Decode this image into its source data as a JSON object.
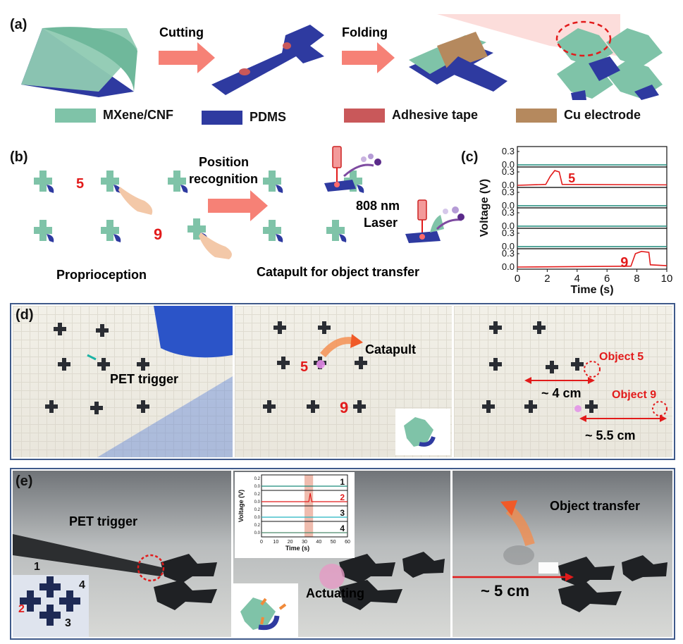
{
  "panels": {
    "a": "(a)",
    "b": "(b)",
    "c": "(c)",
    "d": "(d)",
    "e": "(e)"
  },
  "panel_a": {
    "step1": "Cutting",
    "step2": "Folding",
    "legend": [
      {
        "label": "MXene/CNF",
        "color": "#7fc3a8"
      },
      {
        "label": "PDMS",
        "color": "#2e3aa0"
      },
      {
        "label": "Adhesive tape",
        "color": "#c9585a"
      },
      {
        "label": "Cu electrode",
        "color": "#b5895e"
      }
    ]
  },
  "panel_b": {
    "num5": "5",
    "num9": "9",
    "arrow_label_1": "Position",
    "arrow_label_2": "recognition",
    "laser_1": "808 nm",
    "laser_2": "Laser",
    "caption_left": "Proprioception",
    "caption_right": "Catapult for object transfer"
  },
  "panel_c": {
    "ylabel": "Voltage (V)",
    "xlabel": "Time (s)",
    "ticks_y": [
      "0.3",
      "0.0"
    ],
    "ticks_x": [
      "0",
      "2",
      "4",
      "6",
      "8",
      "10"
    ],
    "label5": "5",
    "label9": "9"
  },
  "chart_data": {
    "type": "line",
    "xlabel": "Time (s)",
    "ylabel": "Voltage (V)",
    "xlim": [
      0,
      10
    ],
    "ylim": [
      0,
      0.3
    ],
    "series": [
      {
        "name": "",
        "color": "#1b8a7a",
        "x": [
          0,
          10
        ],
        "y": [
          0.0,
          0.0
        ]
      },
      {
        "name": "5",
        "color": "#e21b1b",
        "x": [
          0,
          1.9,
          2.2,
          2.5,
          2.8,
          3.0,
          10
        ],
        "y": [
          0.0,
          0.02,
          0.2,
          0.33,
          0.3,
          0.02,
          0.01
        ]
      },
      {
        "name": "",
        "color": "#1b8a7a",
        "x": [
          0,
          10
        ],
        "y": [
          0.0,
          0.0
        ]
      },
      {
        "name": "",
        "color": "#1b8a7a",
        "x": [
          0,
          10
        ],
        "y": [
          0.0,
          0.0
        ]
      },
      {
        "name": "",
        "color": "#1b8a7a",
        "x": [
          0,
          10
        ],
        "y": [
          0.0,
          0.0
        ]
      },
      {
        "name": "9",
        "color": "#e21b1b",
        "x": [
          0,
          7.6,
          7.9,
          8.3,
          8.8,
          8.9,
          10
        ],
        "y": [
          0.0,
          0.02,
          0.3,
          0.35,
          0.33,
          0.05,
          0.03
        ]
      }
    ]
  },
  "panel_d": {
    "pet_trigger": "PET trigger",
    "num5": "5",
    "num9": "9",
    "catapult": "Catapult",
    "object5": "Object 5",
    "object9": "Object 9",
    "dist1": "~ 4 cm",
    "dist2": "~ 5.5 cm"
  },
  "panel_e": {
    "pet_trigger": "PET trigger",
    "n1": "1",
    "n2": "2",
    "n3": "3",
    "n4": "4",
    "actuating": "Actuating",
    "object_transfer": "Object transfer",
    "dist": "~ 5 cm",
    "inset": {
      "ylabel": "Voltage (V)",
      "xlabel": "Time  (s)",
      "ticks_y": [
        "0.2",
        "0.0"
      ],
      "ticks_x": [
        "0",
        "10",
        "20",
        "30",
        "40",
        "50",
        "60"
      ],
      "channels": [
        "1",
        "2",
        "3",
        "4"
      ]
    }
  }
}
